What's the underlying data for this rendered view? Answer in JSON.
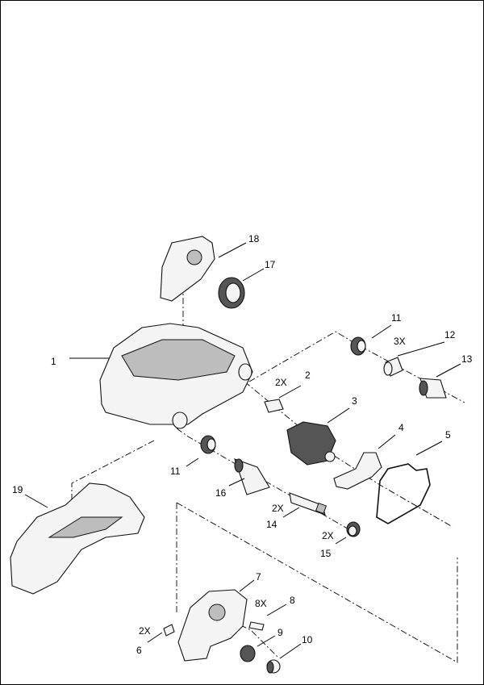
{
  "callouts": [
    {
      "id": "18",
      "qty": ""
    },
    {
      "id": "17",
      "qty": ""
    },
    {
      "id": "11",
      "qty": ""
    },
    {
      "id": "12",
      "qty": "3X"
    },
    {
      "id": "13",
      "qty": ""
    },
    {
      "id": "1",
      "qty": ""
    },
    {
      "id": "2",
      "qty": "2X"
    },
    {
      "id": "3",
      "qty": ""
    },
    {
      "id": "4",
      "qty": ""
    },
    {
      "id": "5",
      "qty": ""
    },
    {
      "id": "11",
      "qty": ""
    },
    {
      "id": "16",
      "qty": ""
    },
    {
      "id": "19",
      "qty": ""
    },
    {
      "id": "14",
      "qty": "2X"
    },
    {
      "id": "15",
      "qty": "2X"
    },
    {
      "id": "7",
      "qty": ""
    },
    {
      "id": "8",
      "qty": "8X"
    },
    {
      "id": "9",
      "qty": ""
    },
    {
      "id": "6",
      "qty": "2X"
    },
    {
      "id": "10",
      "qty": ""
    }
  ]
}
